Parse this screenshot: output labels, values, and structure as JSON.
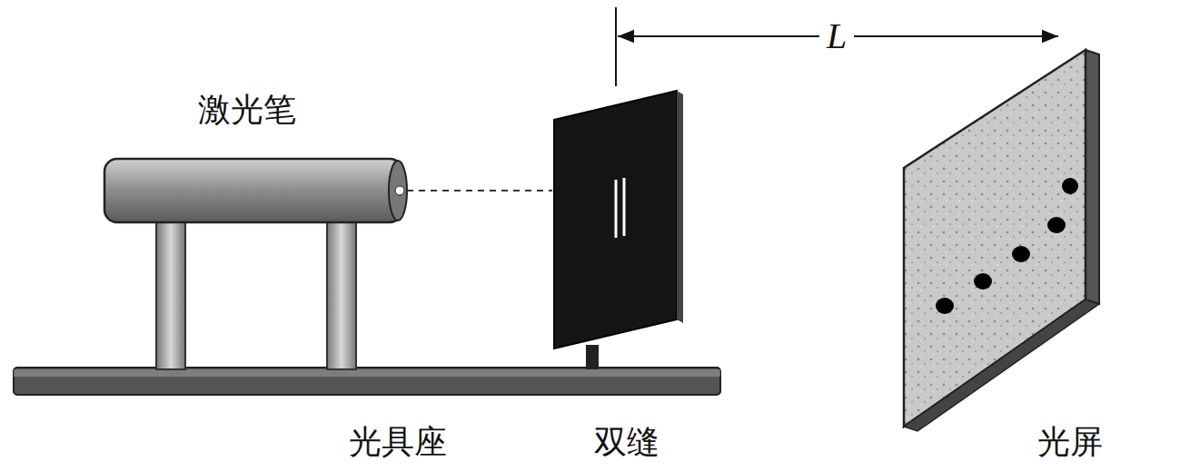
{
  "diagram": {
    "labels": [
      "激光笔",
      "L",
      "光具座",
      "双缝",
      "光屏"
    ]
  }
}
